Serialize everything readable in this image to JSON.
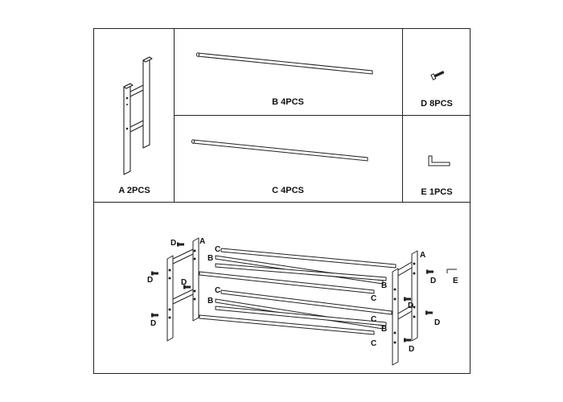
{
  "parts": {
    "a": {
      "label": "A 2PCS"
    },
    "b": {
      "label": "B 4PCS"
    },
    "c": {
      "label": "C 4PCS"
    },
    "d": {
      "label": "D  8PCS"
    },
    "e": {
      "label": "E 1PCS"
    }
  },
  "assembly": {
    "letters": {
      "a": "A",
      "b": "B",
      "c": "C",
      "d": "D",
      "e": "E"
    }
  }
}
